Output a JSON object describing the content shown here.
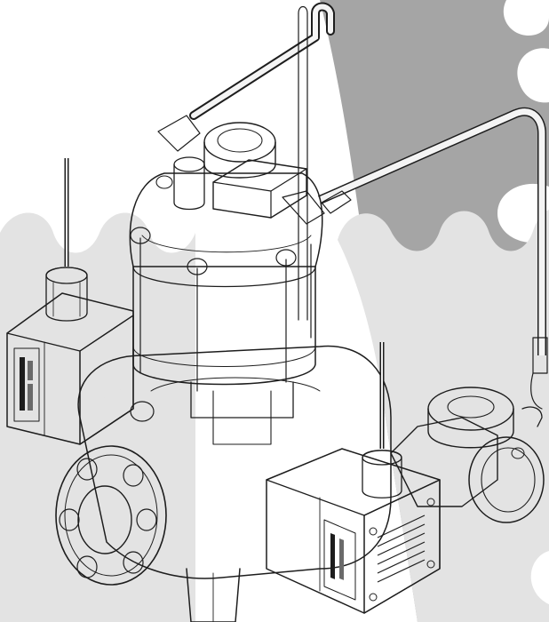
{
  "colors": {
    "background": "#ffffff",
    "wave_light": "#e3e3e3",
    "wave_dark": "#a5a5a5",
    "line": "#1d1d1d",
    "body_fill": "#f4f4f4",
    "shade_fill": "#d8d8d8"
  },
  "components": [
    "actuator-housing",
    "solenoid-coil-left",
    "solenoid-coil-right",
    "inlet-flange",
    "pilot-regulator",
    "sensing-tube-upper",
    "sensing-tube-right",
    "cable-gland-left",
    "cable-gland-right",
    "nameplate-left",
    "nameplate-right"
  ]
}
